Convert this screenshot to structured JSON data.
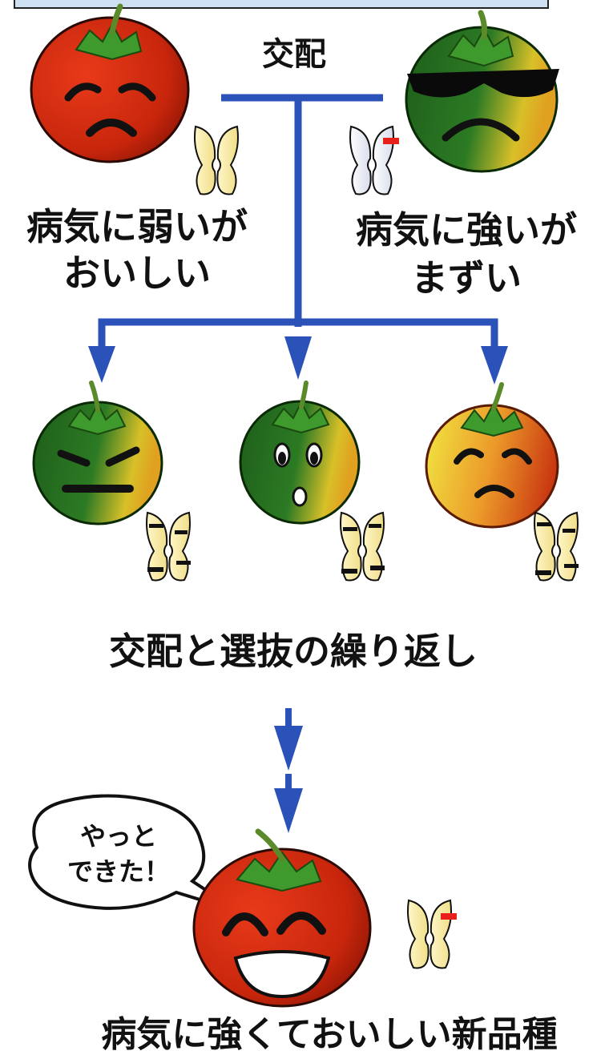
{
  "cross_label": "交配",
  "parents": [
    {
      "line1": "病気に弱いが",
      "line2": "おいしい"
    },
    {
      "line1": "病気に強いが",
      "line2": "まずい"
    }
  ],
  "repeat_label": "交配と選抜の繰り返し",
  "speech_bubble": {
    "line1": "やっと",
    "line2": "できた！"
  },
  "result_label": "病気に強くておいしい新品種",
  "icons": [
    "tomato-icon",
    "chromosome-icon",
    "sunglasses-icon",
    "arrow-down-icon",
    "speech-bubble-icon"
  ]
}
